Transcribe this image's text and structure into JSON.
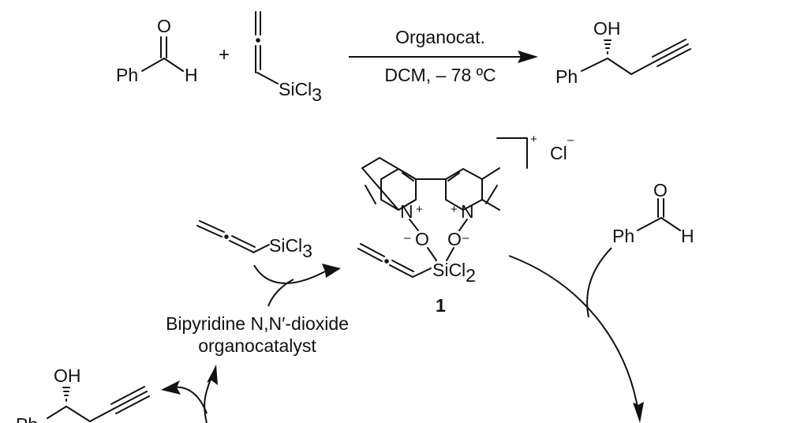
{
  "reaction": {
    "aldehyde": {
      "o": "O",
      "ph": "Ph",
      "h": "H"
    },
    "plus": "+",
    "allenyl": {
      "si": "SiCl",
      "sub": "3"
    },
    "arrow": {
      "above": "Organocat.",
      "below": "DCM, – 78 ºC"
    },
    "product": {
      "oh": "OH",
      "ph": "Ph"
    }
  },
  "cycle": {
    "complex": {
      "n_left": "N",
      "plus_left": "+",
      "n_right": "N",
      "plus_right": "+",
      "minus_left": "–",
      "o_left": "O",
      "o_right": "O",
      "minus_right": "–",
      "si": "SiCl",
      "si_sub": "2",
      "bracket_charge": "+",
      "counter_ion": "Cl",
      "counter_charge": "–",
      "label": "1"
    },
    "reagent": {
      "si": "SiCl",
      "sub": "3"
    },
    "aldehyde": {
      "o": "O",
      "ph": "Ph",
      "h": "H"
    },
    "catalyst": {
      "line1_prefix": "Bipyridine ",
      "line1_italic": "N,N′",
      "line1_suffix": "-dioxide",
      "line2": "organocatalyst"
    },
    "product": {
      "oh": "OH",
      "ph": "Ph"
    }
  }
}
